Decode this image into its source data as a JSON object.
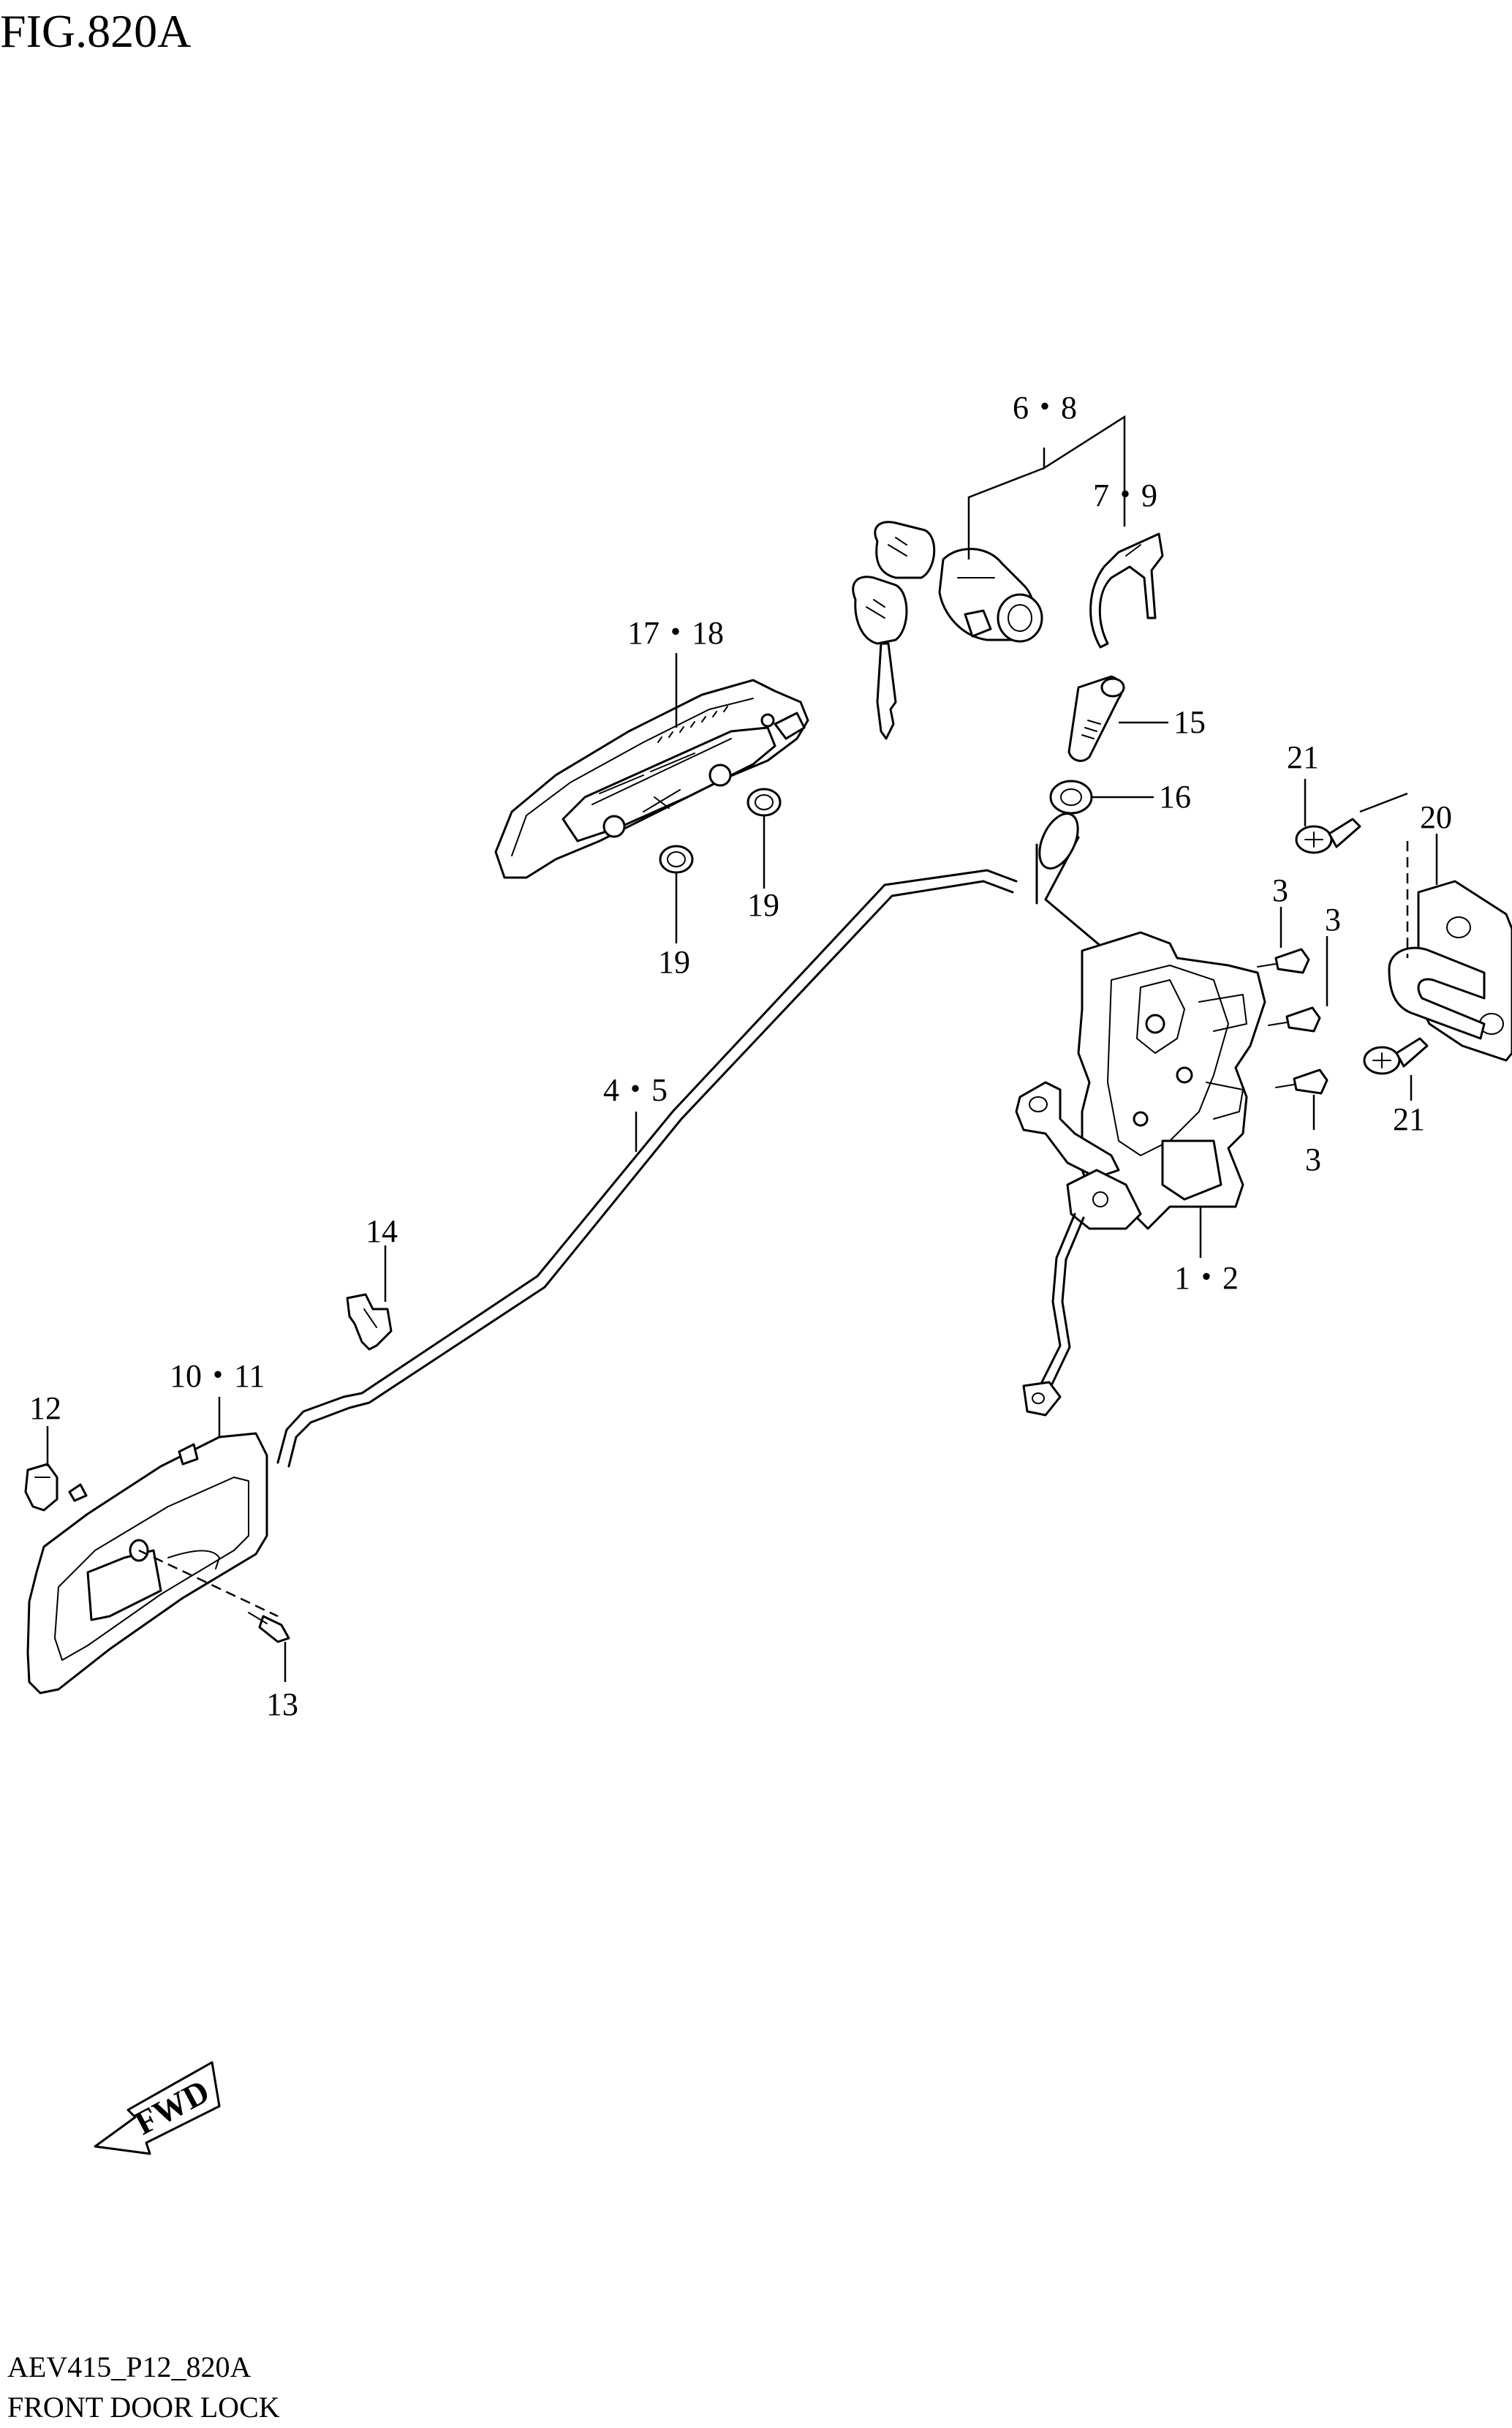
{
  "figure": {
    "title": "FIG.820A",
    "code": "AEV415_P12_820A",
    "name": "FRONT DOOR LOCK",
    "fwd_label": "FWD"
  },
  "callouts": {
    "c1_2": "1・2",
    "c3": "3",
    "c4_5": "4・5",
    "c6_8": "6・8",
    "c7_9": "7・9",
    "c10_11": "10・11",
    "c12": "12",
    "c13": "13",
    "c14": "14",
    "c15": "15",
    "c16": "16",
    "c17_18": "17・18",
    "c19": "19",
    "c20": "20",
    "c21": "21"
  }
}
